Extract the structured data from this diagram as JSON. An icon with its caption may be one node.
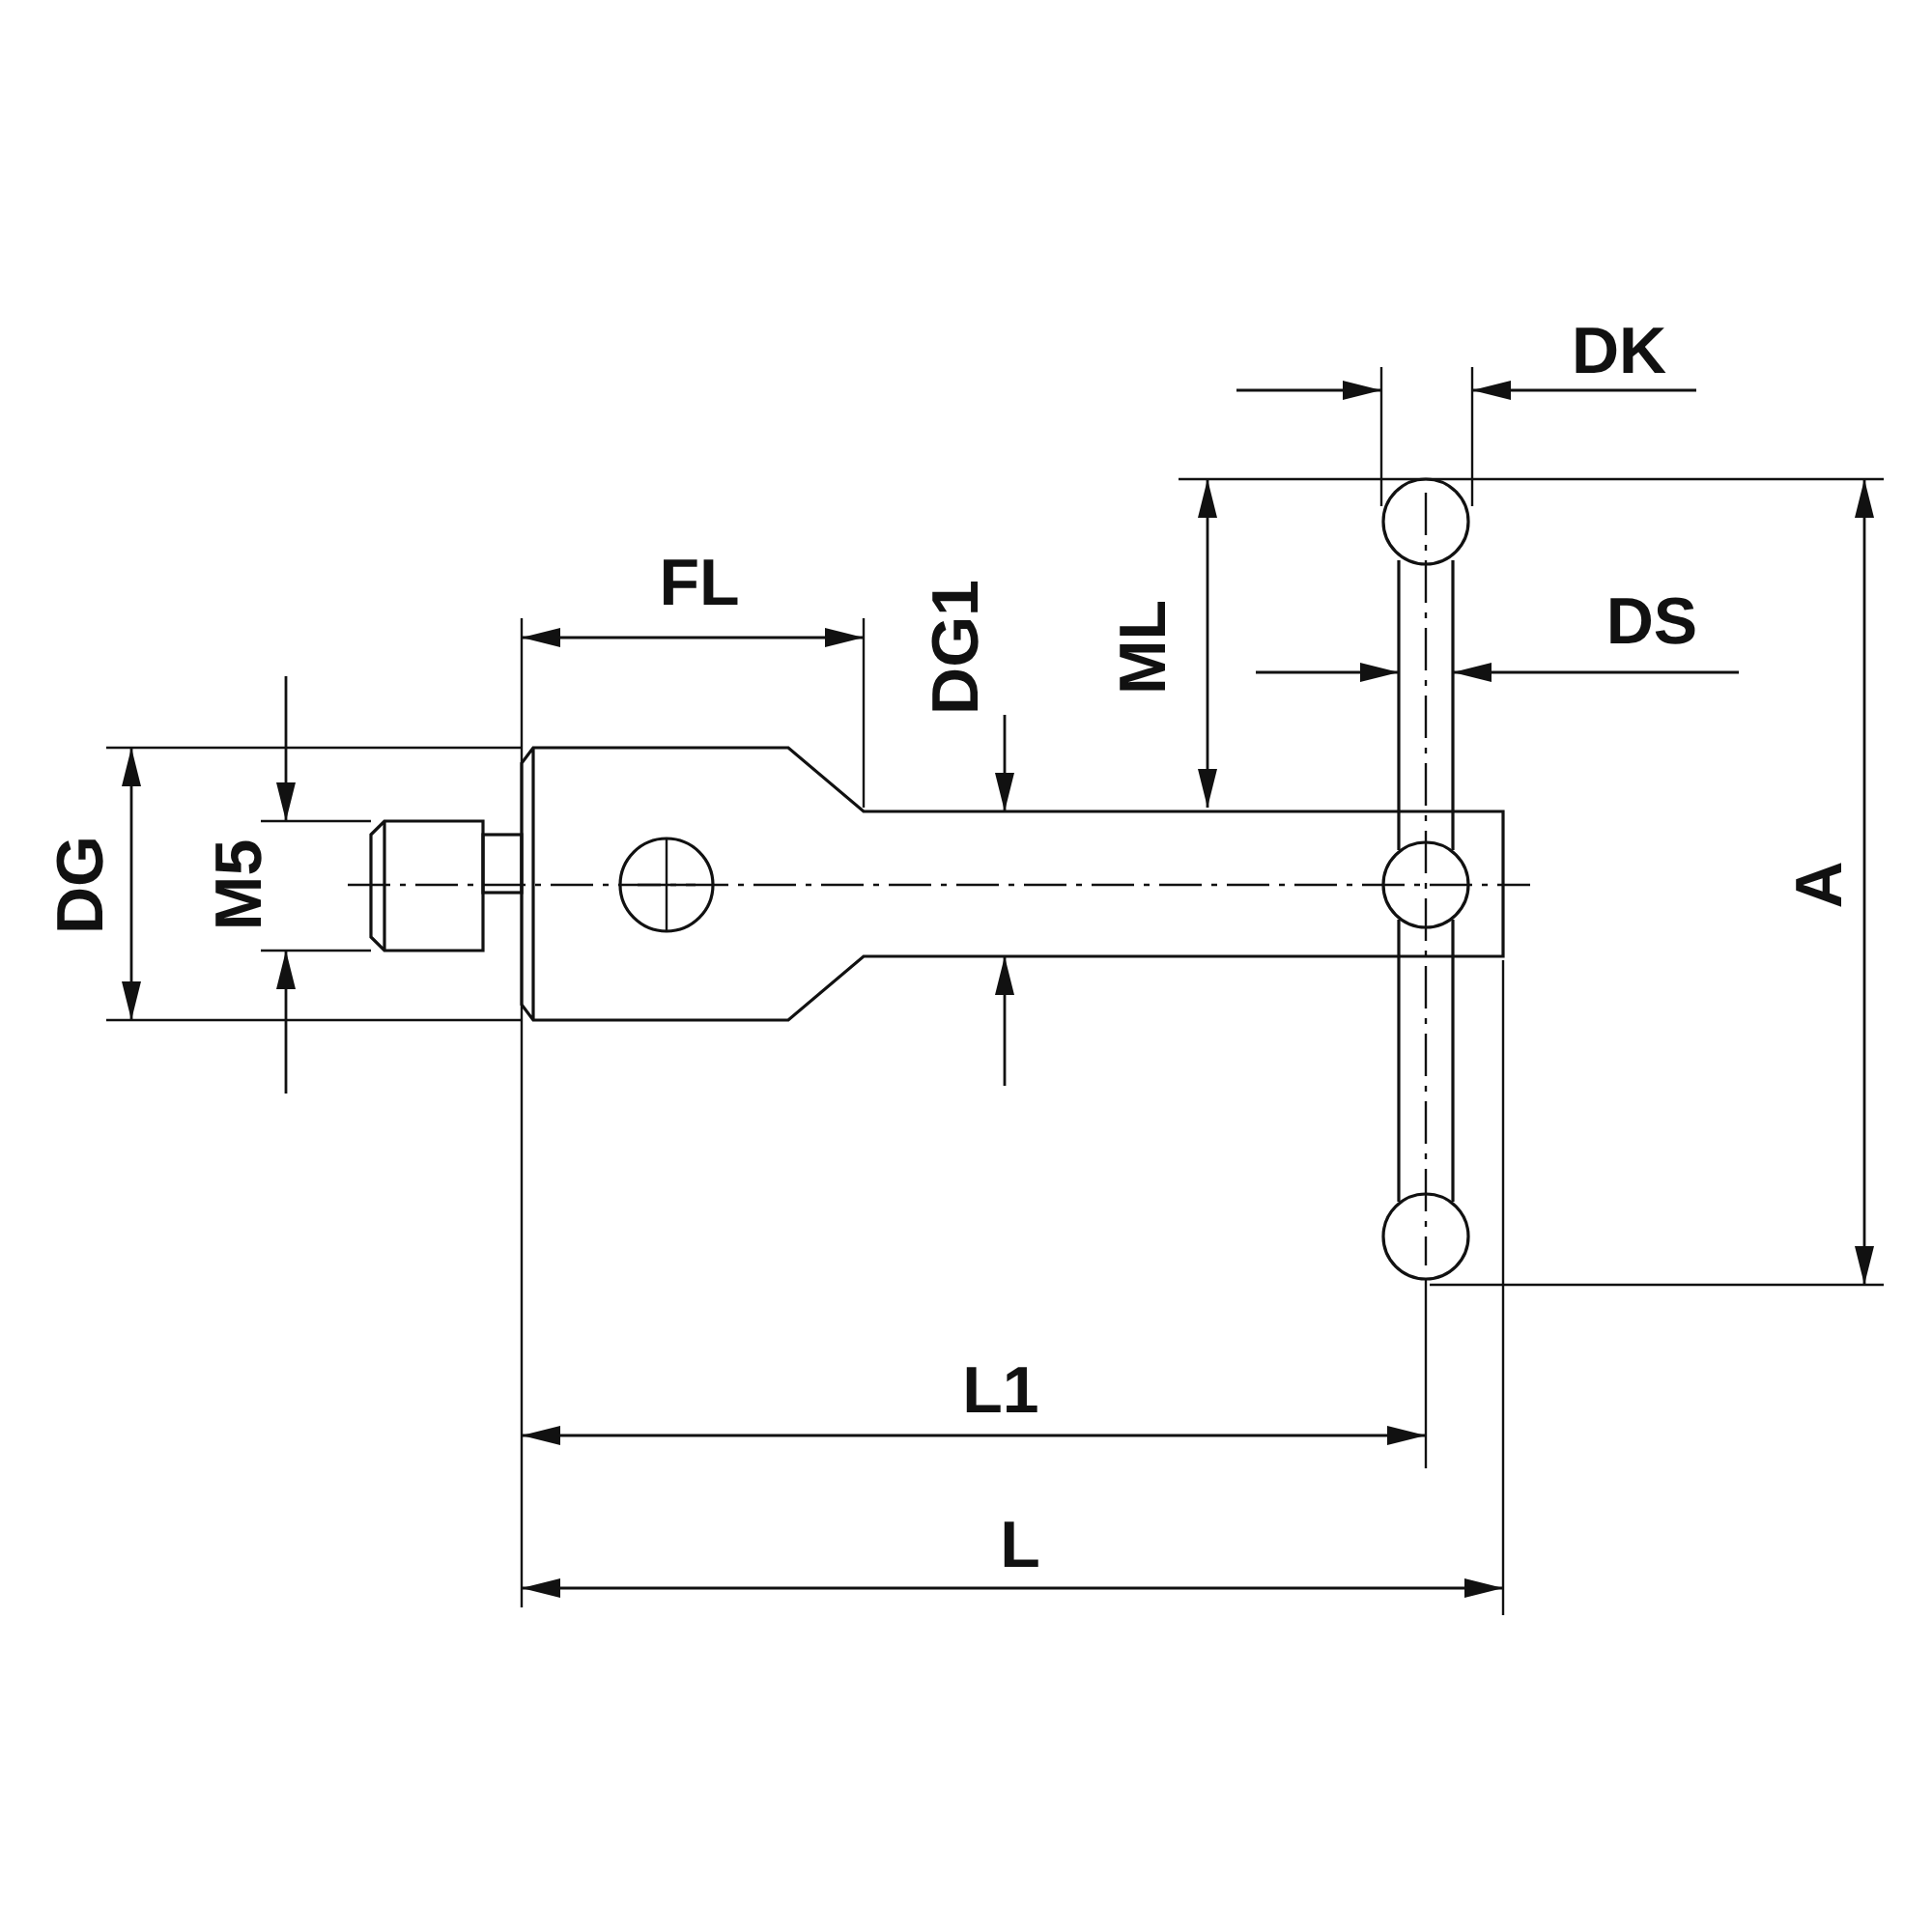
{
  "diagram": {
    "labels": [
      "DK",
      "FL",
      "DG1",
      "ML",
      "DS",
      "DG",
      "M5",
      "A",
      "L1",
      "L"
    ]
  }
}
